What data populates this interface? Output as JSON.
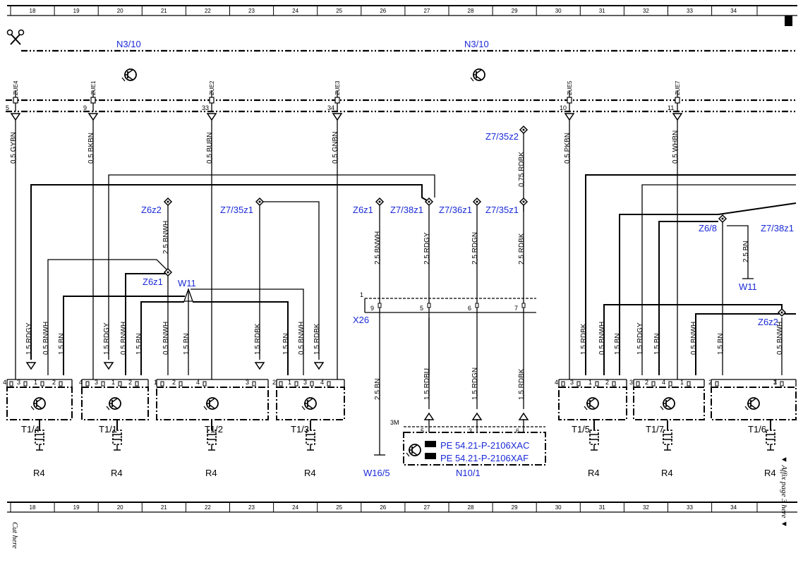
{
  "column_numbers": [
    "18",
    "19",
    "20",
    "21",
    "22",
    "23",
    "24",
    "25",
    "26",
    "27",
    "28",
    "29",
    "30",
    "31",
    "32",
    "33",
    "34"
  ],
  "modules": [
    "N3/10",
    "N3/10"
  ],
  "relay_labels": [
    "ZUE4",
    "ZUE1",
    "ZUE2",
    "ZUE3",
    "ZUE5",
    "ZUE7"
  ],
  "module_pins": [
    "5",
    "9",
    "33",
    "34",
    "10",
    "11"
  ],
  "top_wires": [
    "0,5 GYBN",
    "0,5 BKBN",
    "0,5 BUBN",
    "0,5 GNBN",
    "0,5 PKBN",
    "0,5 WHBN"
  ],
  "connectors": [
    "Z6z2",
    "Z7/35z1",
    "Z6z1",
    "Z7/38z1",
    "Z7/36z1",
    "Z7/35z1",
    "Z7/35z2",
    "Z6z1",
    "Z6/8",
    "Z7/38z1",
    "Z6z2"
  ],
  "mid_wires": [
    "0,75 RDBK",
    "2,5 BNWH",
    "2,5 BNWH",
    "2,5 RDGY",
    "2,5 RDGN",
    "2,5 RDBK",
    "2,5 BN"
  ],
  "cable_label": "W11",
  "ground_label": "W11",
  "x26": {
    "label": "X26",
    "pins": [
      "1",
      "9",
      "5",
      "6",
      "7"
    ]
  },
  "lower_wires": [
    "2,5 BN",
    "1,5 RDBU",
    "1,5 RDGN",
    "1,5 RDBK"
  ],
  "left_coil_wires": [
    "1,5 RDGY",
    "0,5 BNWH",
    "1,5 BN",
    "1,5 RDGY",
    "0,5 BNWH",
    "1,5 BN",
    "0,5 BNWH",
    "1,5 BN",
    "1,5 RDBK",
    "1,5 BN",
    "0,5 BNWH",
    "1,5 RDBK"
  ],
  "right_coil_wires": [
    "1,5 RDBK",
    "0,5 BNWH",
    "1,5 BN",
    "1,5 RDGY",
    "1,5 BN",
    "0,5 BNWH",
    "1,5 BN",
    "0,5 BNWH"
  ],
  "coils": [
    {
      "name": "T1/4",
      "pins": [
        "4",
        "3",
        "1",
        "2"
      ]
    },
    {
      "name": "T1/1",
      "pins": [
        "4",
        "3",
        "1",
        "2"
      ]
    },
    {
      "name": "T1/2",
      "pins": [
        "1",
        "2",
        "4",
        "3"
      ]
    },
    {
      "name": "T1/3",
      "pins": [
        "2",
        "1",
        "3",
        "4"
      ]
    },
    {
      "name": "T1/5",
      "pins": [
        "4",
        "3",
        "1",
        "2"
      ]
    },
    {
      "name": "T1/7",
      "pins": [
        "3",
        "2",
        "4",
        "1"
      ]
    },
    {
      "name": "T1/6",
      "pins": [
        "2",
        "1",
        "3"
      ]
    }
  ],
  "spark_plug_label": "R4",
  "ground_bottom": "W16/5",
  "n10": {
    "name": "N10/1",
    "prefix": "3M",
    "pins": [
      "5",
      "3",
      "6"
    ],
    "refs": [
      "PE 54.21-P-2106XAC",
      "PE 54.21-P-2106XAF"
    ]
  },
  "margin": {
    "affix": "▼ Affix page 3 here ▼",
    "cut": "Cut here"
  },
  "icons": [
    "scissors-icon",
    "transistor-icon",
    "reference-hand-icon",
    "spark-plug-icon",
    "ground-icon"
  ]
}
